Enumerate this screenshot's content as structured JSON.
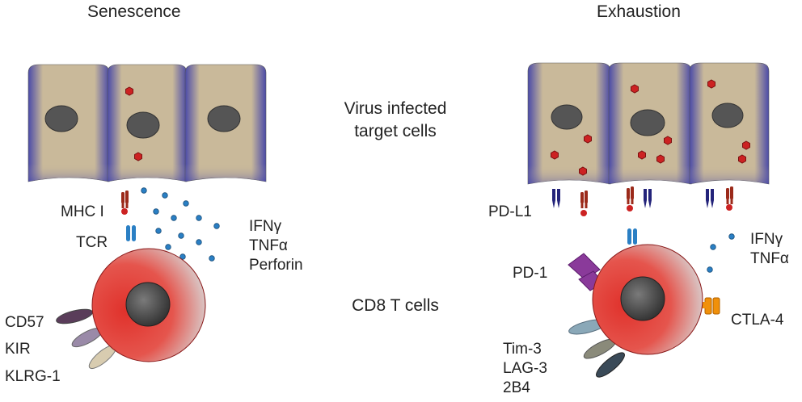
{
  "panels": {
    "senescence": {
      "title": "Senescence",
      "mhc_label": "MHC I",
      "tcr_label": "TCR",
      "cytokines": [
        "IFNγ",
        "TNFα",
        "Perforin"
      ],
      "receptors": [
        "CD57",
        "KIR",
        "KLRG-1"
      ]
    },
    "exhaustion": {
      "title": "Exhaustion",
      "pdl1_label": "PD-L1",
      "pd1_label": "PD-1",
      "ctla4_label": "CTLA-4",
      "cytokines": [
        "IFNγ",
        "TNFα"
      ],
      "receptors": [
        "Tim-3",
        "LAG-3",
        "2B4"
      ]
    }
  },
  "center": {
    "target_cells": [
      "Virus infected",
      "target cells"
    ],
    "t_cells": "CD8 T cells"
  },
  "colors": {
    "cell_body": "#c9b99a",
    "cell_edge": "#4a4aa8",
    "nucleus": "#555555",
    "virus": "#cc2222",
    "mhc": "#9b2a1a",
    "tcr": "#2a7fc4",
    "cytokine_dot": "#2a7fc4",
    "tcell": "#e0312b",
    "pd1": "#8a3a9a",
    "pdl1": "#23237a",
    "ctla4": "#f0900a",
    "cd57": "#5a3d5a",
    "kir": "#9a8aa8",
    "klrg1": "#d8ccb0",
    "tim3": "#8aa8b8",
    "lag3": "#8a8a7a",
    "b2b4": "#3a4a58"
  }
}
